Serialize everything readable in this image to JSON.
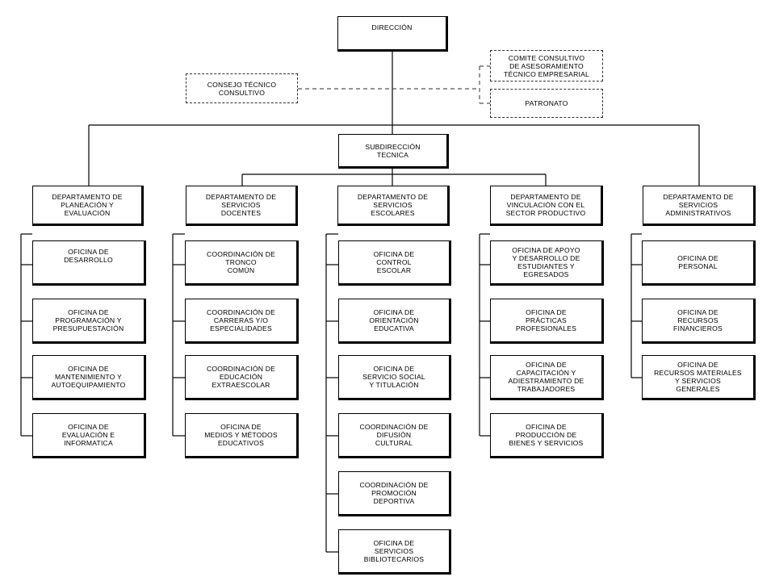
{
  "nodes": {
    "direccion": "DIRECCIÓN",
    "comite": "COMITE CONSULTIVO\nDE ASESORAMIENTO\nTÉCNICO EMPRESARIAL",
    "patronato": "PATRONATO",
    "consejo": "CONSEJO TÉCNICO\nCONSULTIVO",
    "subdireccion": "SUBDIRECCIÓN\nTECNICA",
    "dept_planeacion": "DEPARTAMENTO DE\nPLANEACIÓN Y\nEVALUACIÓN",
    "dept_docentes": "DEPARTAMENTO DE\nSERVICIOS\nDOCENTES",
    "dept_escolares": "DEPARTAMENTO DE\nSERVICIOS\nESCOLARES",
    "dept_vinculacion": "DEPARTAMENTO DE\nVINCULACIÓN CON EL\nSECTOR PRODUCTIVO",
    "dept_administrativos": "DEPARTAMENTO DE\nSERVICIOS\nADMINISTRATIVOS",
    "of_desarrollo": "OFICINA DE\nDESARROLLO",
    "of_programacion": "OFICINA DE\nPROGRAMACIÓN Y\nPRESUPUESTACIÓN",
    "of_mantenimiento": "OFICINA DE\nMANTENIMIENTO Y\nAUTOEQUIPAMIENTO",
    "of_evaluacion": "OFICINA DE\nEVALUACIÓN E\nINFORMATICA",
    "co_tronco": "COORDINACIÓN DE\nTRONCO\nCOMÚN",
    "co_carreras": "COORDINACIÓN DE\nCARRERAS Y/O\nESPECIALIDADES",
    "co_educacion": "COORDINACIÓN DE\nEDUCACIÓN\nEXTRAESCOLAR",
    "of_medios": "OFICINA DE\nMEDIOS Y MÉTODOS\nEDUCATIVOS",
    "of_control": "OFICINA DE\nCONTROL\nESCOLAR",
    "of_orientacion": "OFICINA DE\nORIENTACIÓN\nEDUCATIVA",
    "of_servicio_social": "OFICINA DE\nSERVICIO SOCIAL\nY TITULACIÓN",
    "co_difusion": "COORDINACIÓN DE\nDIFUSIÓN\nCULTURAL",
    "co_promocion": "COORDINACIÓN DE\nPROMOCIÓN\nDEPORTIVA",
    "of_bibliotecarios": "OFICINA DE\nSERVICIOS\nBIBLIOTECARIOS",
    "of_apoyo": "OFICINA DE APOYO\nY DESARROLLO DE\nESTUDIANTES Y\nEGRESADOS",
    "of_practicas": "OFICINA DE\nPRÁCTICAS\nPROFESIONALES",
    "of_capacitacion": "OFICINA DE\nCAPACITACIÓN Y\nADIESTRAMIENTO DE\nTRABAJADORES",
    "of_produccion": "OFICINA DE\nPRODUCCIÓN DE\nBIENES Y SERVICIOS",
    "of_personal": "OFICINA DE\nPERSONAL",
    "of_financieros": "OFICINA DE\nRECURSOS\nFINANCIEROS",
    "of_materiales": "OFICINA DE\nRECURSOS MATERIALES\nY SERVICIOS\nGENERALES"
  },
  "colors": {
    "line": "#000000",
    "dashed_line": "#555555",
    "background": "#ffffff"
  }
}
